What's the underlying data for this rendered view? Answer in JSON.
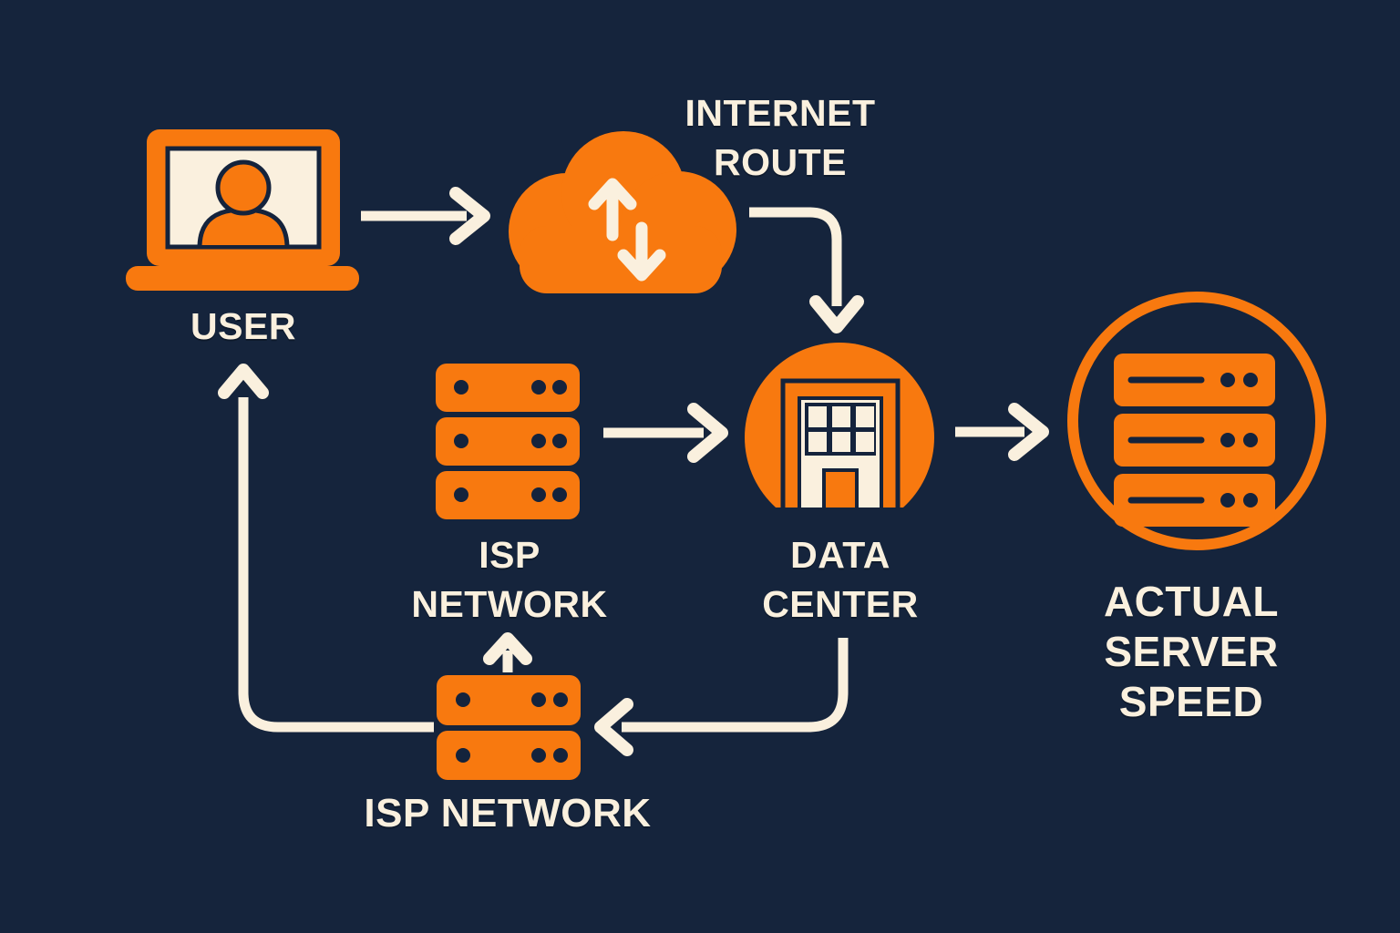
{
  "colors": {
    "background": "#15243C",
    "orange": "#F8790F",
    "cream": "#FAF0DE",
    "ink": "#14233C"
  },
  "nodes": {
    "user": {
      "label": "USER",
      "icon": "laptop-user-icon"
    },
    "internet_route": {
      "label": "INTERNET ROUTE",
      "icon": "cloud-upload-download-icon"
    },
    "isp_network_mid": {
      "label": "ISP NETWORK",
      "icon": "server-stack-3-icon"
    },
    "data_center": {
      "label": "DATA CENTER",
      "icon": "building-circle-icon"
    },
    "actual_server_speed": {
      "label": "ACTUAL SERVER SPEED",
      "icon": "server-rack-ring-icon"
    },
    "isp_network_bottom": {
      "label": "ISP NETWORK",
      "icon": "server-stack-2-icon"
    }
  },
  "edges": [
    {
      "from": "user",
      "to": "internet_route"
    },
    {
      "from": "internet_route",
      "to": "data_center"
    },
    {
      "from": "isp_network_mid",
      "to": "data_center"
    },
    {
      "from": "data_center",
      "to": "actual_server_speed"
    },
    {
      "from": "data_center",
      "to": "isp_network_bottom"
    },
    {
      "from": "isp_network_bottom",
      "to": "isp_network_mid"
    },
    {
      "from": "isp_network_bottom",
      "to": "user"
    }
  ]
}
